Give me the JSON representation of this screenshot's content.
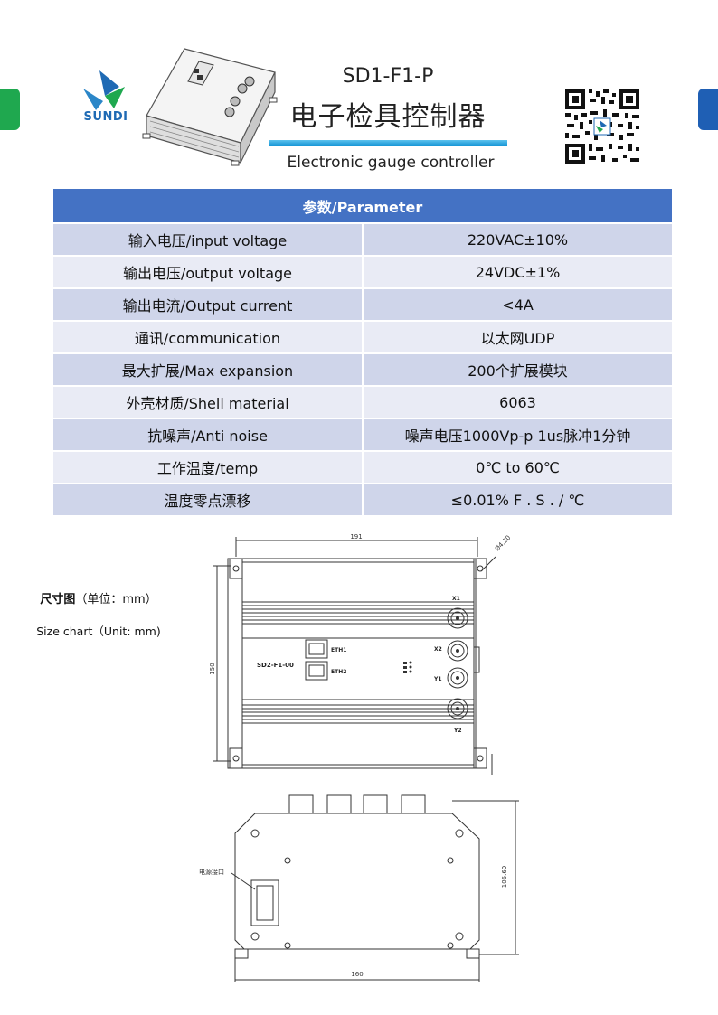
{
  "header": {
    "brand": "SUNDI",
    "model": "SD1-F1-P",
    "title_cn": "电子检具控制器",
    "subtitle": "Electronic gauge controller"
  },
  "table": {
    "heading": "参数/Parameter",
    "rows": [
      {
        "label": "输入电压/input voltage",
        "value": "220VAC±10%"
      },
      {
        "label": "输出电压/output voltage",
        "value": "24VDC±1%"
      },
      {
        "label": "输出电流/Output current",
        "value": "<4A"
      },
      {
        "label": "通讯/communication",
        "value": "以太网UDP"
      },
      {
        "label": "最大扩展/Max expansion",
        "value": "200个扩展模块"
      },
      {
        "label": "外壳材质/Shell material",
        "value": "6063"
      },
      {
        "label": "抗噪声/Anti noise",
        "value": "噪声电压1000Vp-p  1us脉冲1分钟"
      },
      {
        "label": "工作温度/temp",
        "value": "0℃  to  60℃"
      },
      {
        "label": "温度零点漂移",
        "value": "≤0.01% F . S . / ℃"
      }
    ]
  },
  "size_chart": {
    "label_cn": "尺寸图",
    "unit_cn": "（单位：mm）",
    "label_en": "Size chart（Unit: mm)"
  },
  "drawing_top": {
    "dim_width": "191",
    "dim_height": "150",
    "dim_hole": "Ø4.20",
    "device_label": "SD2-F1-00",
    "eth1": "ETH1",
    "eth2": "ETH2",
    "ports": [
      "X1",
      "X2",
      "Y1",
      "Y2"
    ]
  },
  "drawing_front": {
    "dim_width": "160",
    "dim_height": "106.60",
    "power_label": "电源接口"
  },
  "colors": {
    "table_header": "#4472c4",
    "row_odd": "#cfd5ea",
    "row_even": "#e9ebf5",
    "brand_blue": "#1f6ab4",
    "tab_green": "#1fa84f",
    "tab_blue": "#1f5fb4"
  }
}
